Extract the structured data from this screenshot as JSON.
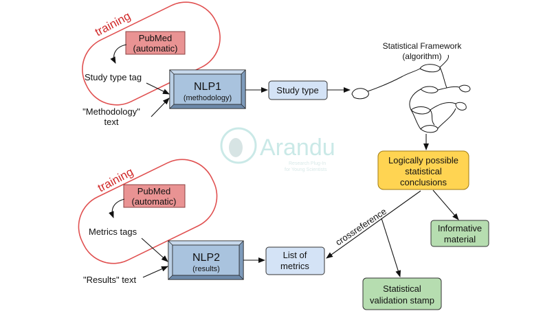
{
  "top": {
    "training_label": "training",
    "pubmed_line1": "PubMed",
    "pubmed_line2": "(automatic)",
    "tag_label": "Study type tag",
    "text_line1": "\"Methodology\"",
    "text_line2": "text",
    "nlp_title": "NLP1",
    "nlp_subtitle": "(methodology)",
    "output_label": "Study type"
  },
  "bottom": {
    "training_label": "training",
    "pubmed_line1": "PubMed",
    "pubmed_line2": "(automatic)",
    "tag_label": "Metrics tags",
    "text_label": "\"Results\" text",
    "nlp_title": "NLP2",
    "nlp_subtitle": "(results)",
    "output_line1": "List of",
    "output_line2": "metrics"
  },
  "framework": {
    "line1": "Statistical Framework",
    "line2": "(algorithm)"
  },
  "conclusions": {
    "line1": "Logically possible",
    "line2": "statistical",
    "line3": "conclusions"
  },
  "crossreference_label": "crossreference",
  "informative": {
    "line1": "Informative",
    "line2": "material"
  },
  "stamp": {
    "line1": "Statistical",
    "line2": "validation stamp"
  },
  "watermark": {
    "name": "Arandu",
    "tagline1": "Research Plug-In",
    "tagline2": "for Young Scientists"
  },
  "colors": {
    "training_outline": "#e05050",
    "training_text": "#d02828",
    "pubmed_fill": "#e99393",
    "nlp_fill": "#a9c3de",
    "light_blue_fill": "#d4e3f6",
    "conclusions_fill": "#ffd452",
    "green_fill": "#b6ddb0",
    "watermark": "#9fd8d5"
  }
}
